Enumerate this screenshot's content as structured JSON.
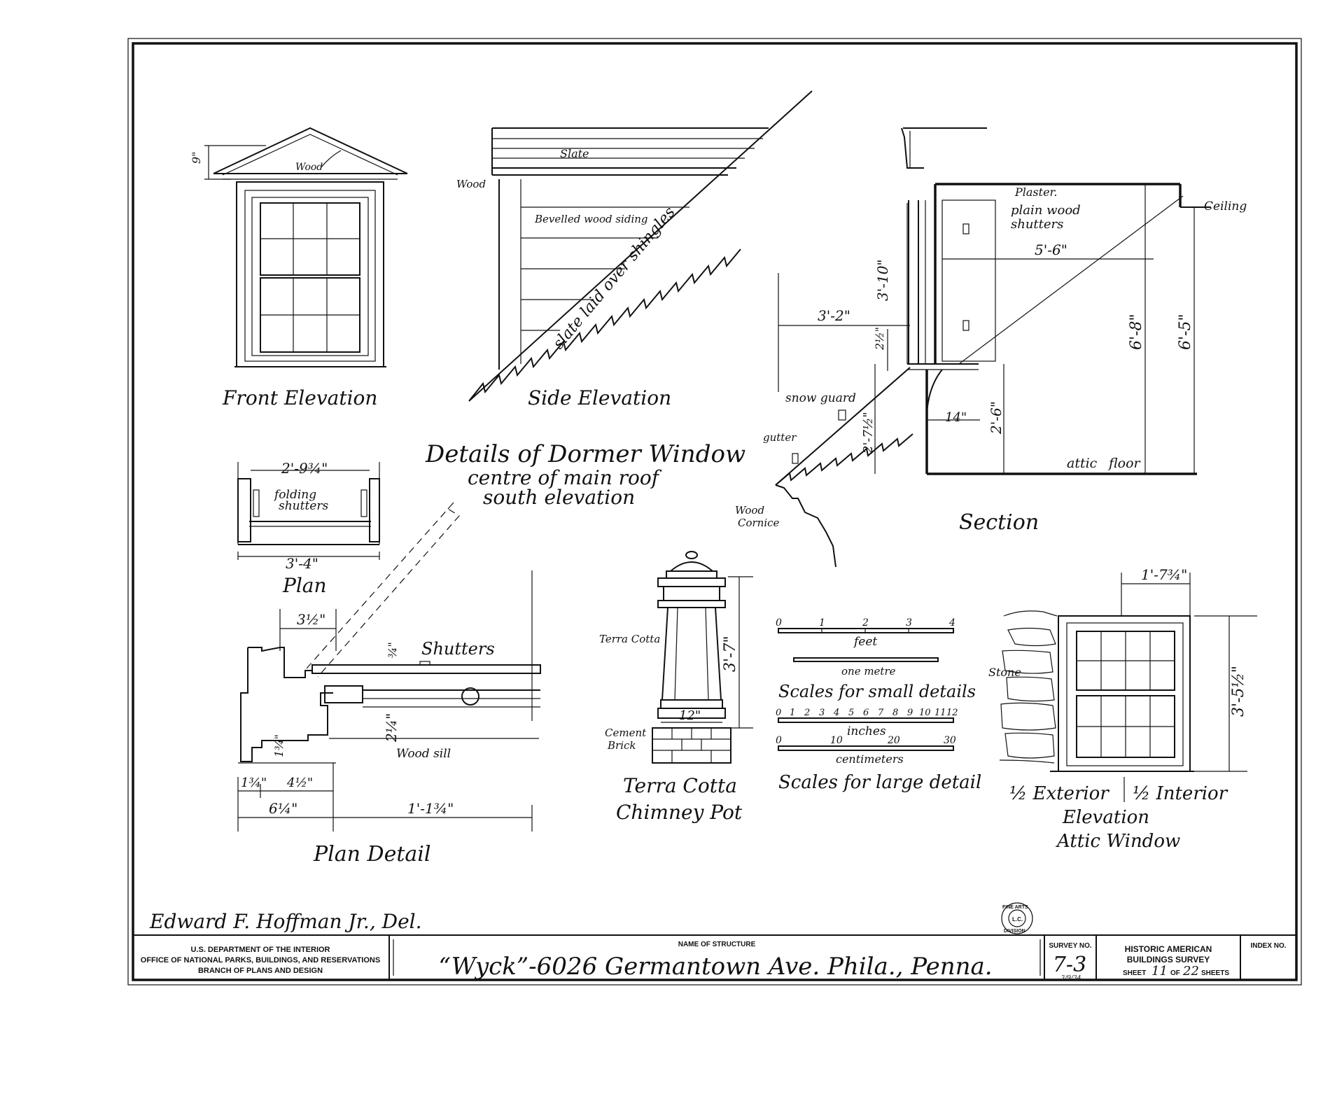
{
  "sheet": {
    "main_title": "Details of Dormer Window",
    "subtitle_1": "centre of main roof",
    "subtitle_2": "south elevation",
    "delineator": "Edward F. Hoffman Jr., Del."
  },
  "front_elevation": {
    "title": "Front Elevation",
    "label_wood": "Wood",
    "dim_9": "9\""
  },
  "side_elevation": {
    "title": "Side Elevation",
    "label_slate": "Slate",
    "label_wood": "Wood",
    "label_siding": "Bevelled wood siding",
    "label_slate_shingles": "slate laid over shingles"
  },
  "section": {
    "title": "Section",
    "label_plaster": "Plaster.",
    "label_shutters_1": "plain wood",
    "label_shutters_2": "shutters",
    "label_ceiling": "Ceiling",
    "label_snow_guard": "snow guard",
    "label_gutter": "gutter",
    "label_wood_cornice_1": "Wood",
    "label_wood_cornice_2": "Cornice",
    "label_attic": "attic",
    "label_floor": "floor",
    "dim_5_6": "5'-6\"",
    "dim_3_10": "3'-10\"",
    "dim_3_2": "3'-2\"",
    "dim_2_half": "2½\"",
    "dim_6_8": "6'-8\"",
    "dim_6_5": "6'-5\"",
    "dim_14": "14\"",
    "dim_2_6": "2'-6\"",
    "dim_2_7_half": "2'-7½\""
  },
  "plan": {
    "title": "Plan",
    "dim_top": "2'-9¾\"",
    "dim_bottom": "3'-4\"",
    "label_folding_1": "folding",
    "label_folding_2": "shutters"
  },
  "plan_detail": {
    "title": "Plan Detail",
    "label_shutters": "Shutters",
    "label_wood_sill": "Wood sill",
    "dim_3_half": "3½\"",
    "dim_3_4": "¾\"",
    "dim_2_1_4": "2¼\"",
    "dim_1_3_4_v": "1¾\"",
    "dim_1_3_4": "1¾\"",
    "dim_4_1_2": "4½\"",
    "dim_6_1_4": "6¼\"",
    "dim_1_1_3_4": "1'-1¾\""
  },
  "chimney_pot": {
    "title_1": "Terra Cotta",
    "title_2": "Chimney Pot",
    "label_terra_cotta": "Terra Cotta",
    "label_cement_1": "Cement",
    "label_cement_2": "Brick",
    "dim_3_7": "3'-7\"",
    "dim_12": "12\""
  },
  "scales": {
    "feet_ticks": [
      "0",
      "1",
      "2",
      "3",
      "4"
    ],
    "label_feet": "feet",
    "label_metre": "one metre",
    "title_small": "Scales for small details",
    "inch_ticks": [
      "0",
      "1",
      "2",
      "3",
      "4",
      "5",
      "6",
      "7",
      "8",
      "9",
      "10",
      "11",
      "12"
    ],
    "label_inches": "inches",
    "cm_ticks": [
      "0",
      "10",
      "20",
      "30"
    ],
    "label_cm": "centimeters",
    "title_large": "Scales for large detail"
  },
  "attic_window": {
    "title_exterior": "½ Exterior",
    "title_interior": "½ Interior",
    "title_2": "Elevation",
    "title_3": "Attic Window",
    "label_stone": "Stone",
    "dim_1_7_3_4": "1'-7¾\"",
    "dim_3_5_1_2": "3'-5½\""
  },
  "title_block": {
    "dept_1": "U.S. DEPARTMENT OF THE INTERIOR",
    "dept_2": "OFFICE OF NATIONAL PARKS, BUILDINGS, AND RESERVATIONS",
    "dept_3": "BRANCH OF PLANS AND DESIGN",
    "name_label": "NAME OF STRUCTURE",
    "structure_name": "“Wyck”-6026 Germantown Ave. Phila., Penna.",
    "survey_label": "SURVEY NO.",
    "survey_no": "7-3",
    "survey_date": "3/9/34",
    "habs_1": "HISTORIC AMERICAN",
    "habs_2": "BUILDINGS SURVEY",
    "sheet_prefix": "SHEET",
    "sheet_no": "11",
    "sheet_of": "OF",
    "sheet_total": "22",
    "sheet_suffix": "SHEETS",
    "index_label": "INDEX NO.",
    "stamp_1": "FINE ARTS",
    "stamp_2": "L.C.",
    "stamp_3": "DIVISION"
  }
}
